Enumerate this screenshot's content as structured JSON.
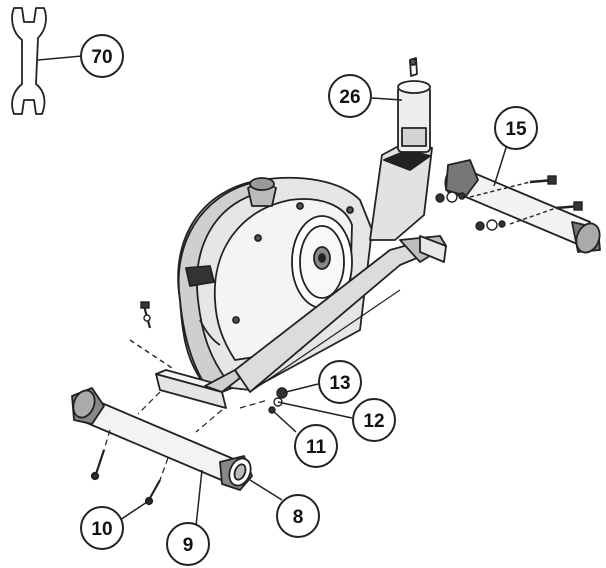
{
  "diagram": {
    "type": "exploded assembly drawing",
    "subject": "elliptical trainer base assembly",
    "callouts": [
      {
        "id": "70",
        "label": "70",
        "part": "wrench"
      },
      {
        "id": "26",
        "label": "26",
        "part": "handlebar post"
      },
      {
        "id": "15",
        "label": "15",
        "part": "rear stabilizer"
      },
      {
        "id": "13",
        "label": "13",
        "part": "washer"
      },
      {
        "id": "12",
        "label": "12",
        "part": "nut"
      },
      {
        "id": "11",
        "label": "11",
        "part": "washer"
      },
      {
        "id": "10",
        "label": "10",
        "part": "carriage bolt"
      },
      {
        "id": "9",
        "label": "9",
        "part": "front stabilizer"
      },
      {
        "id": "8",
        "label": "8",
        "part": "end cap"
      }
    ]
  }
}
